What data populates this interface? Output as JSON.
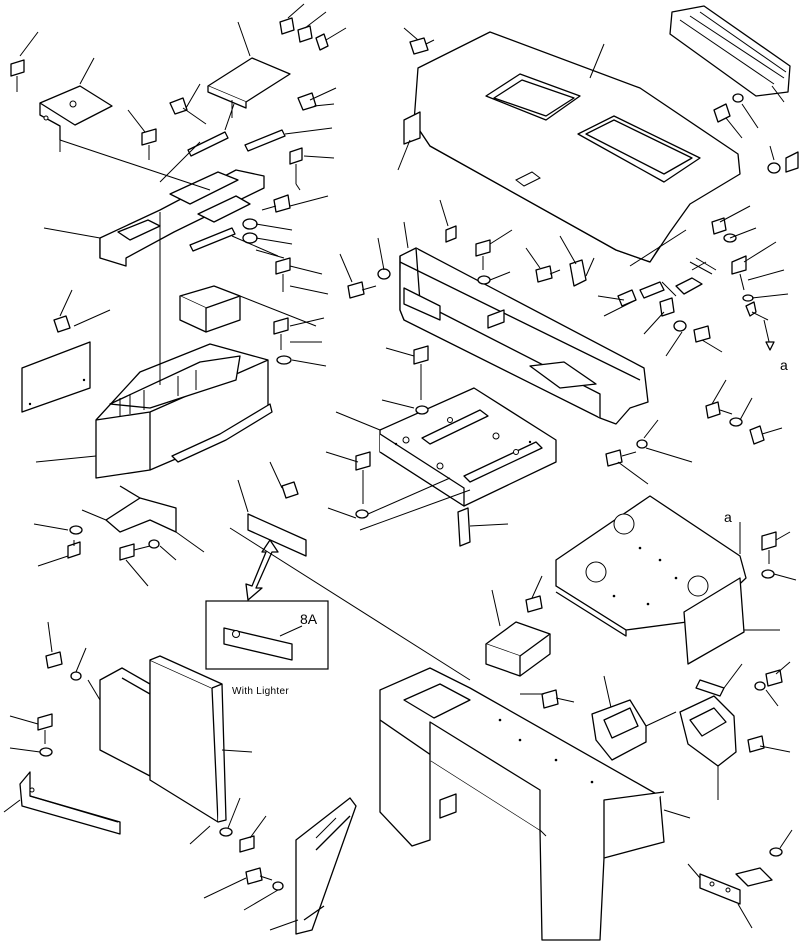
{
  "callouts": {
    "ref_a_lower": "a",
    "ref_a_upper": "a"
  },
  "inset": {
    "part_code": "8A",
    "caption": "With Lighter"
  }
}
